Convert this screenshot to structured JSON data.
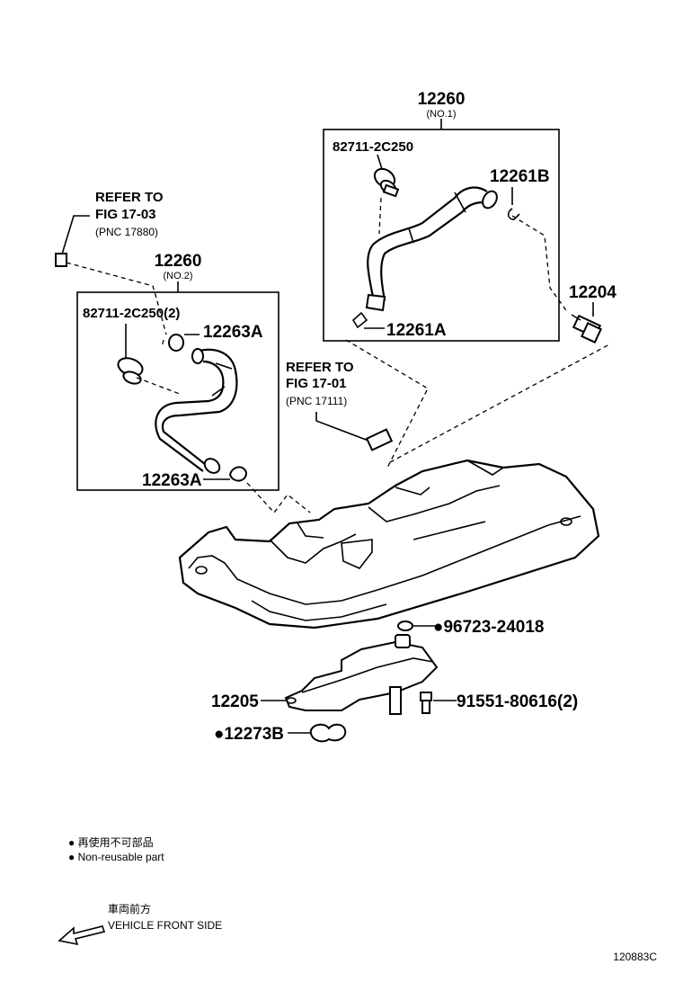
{
  "parts": {
    "p12260_top": {
      "num": "12260",
      "sub": "(NO.1)"
    },
    "p12260_mid": {
      "num": "12260",
      "sub": "(NO.2)"
    },
    "p82711_top": "82711-2C250",
    "p82711_mid": "82711-2C250(2)",
    "p12261B": "12261B",
    "p12261A": "12261A",
    "p12204": "12204",
    "p12263A_top": "12263A",
    "p12263A_bot": "12263A",
    "p96723": "●96723-24018",
    "p12205": "12205",
    "p91551": "91551-80616(2)",
    "p12273B": "●12273B"
  },
  "refers": {
    "ref1": {
      "l1": "REFER TO",
      "l2": "FIG 17-03",
      "l3": "(PNC 17880)"
    },
    "ref2": {
      "l1": "REFER TO",
      "l2": "FIG 17-01",
      "l3": "(PNC 17111)"
    }
  },
  "legend": {
    "jp": "● 再使用不可部品",
    "en": "● Non-reusable part"
  },
  "front": {
    "jp": "車両前方",
    "en": "VEHICLE FRONT SIDE"
  },
  "figure_id": "120883C"
}
